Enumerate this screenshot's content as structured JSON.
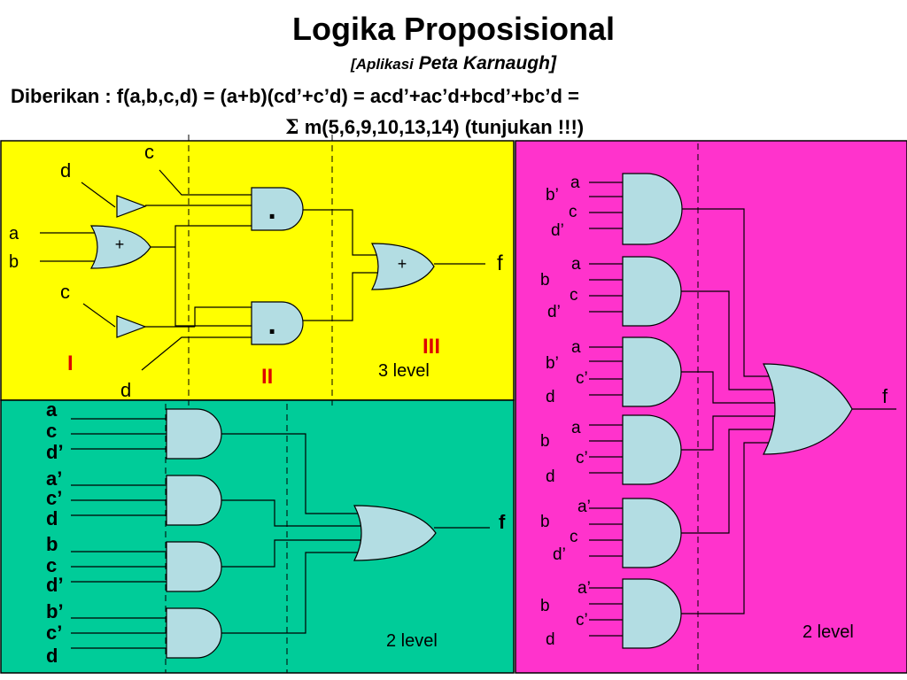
{
  "title": "Logika Proposisional",
  "subtitle_prefix": "[Aplikasi",
  "subtitle_main": "Peta Karnaugh]",
  "formula_line1": "Diberikan : f(a,b,c,d) = (a+b)(cd’+c’d) = acd’+ac’d+bcd’+bc’d =",
  "sigma": "Σ",
  "formula_line2": "m(5,6,9,10,13,14)  (tunjukan !!!)",
  "colors": {
    "yellow": "#ffff00",
    "green": "#00cc99",
    "magenta": "#ff33cc",
    "gate": "#b3dde3",
    "red": "#dd0000"
  },
  "panel_3level": {
    "inputs": {
      "d_top": "d",
      "c_top": "c",
      "a": "a",
      "b": "b",
      "c_bot": "c",
      "d_bot": "d"
    },
    "or_gate_label": "+",
    "and_gate_label": "·",
    "final_or_label": "+",
    "output": "f",
    "level_I": "I",
    "level_II": "II",
    "level_III": "III",
    "level_text": "3 level"
  },
  "panel_green": {
    "gate_inputs": [
      [
        "a",
        "c",
        "d’"
      ],
      [
        "a’",
        "c’",
        "d"
      ],
      [
        "b",
        "c",
        "d’"
      ],
      [
        "b’",
        "c’",
        "d"
      ]
    ],
    "output": "f",
    "level_text": "2 level"
  },
  "panel_magenta": {
    "gate_inputs": [
      [
        "a",
        "b’",
        "c",
        "d’"
      ],
      [
        "a",
        "b",
        "c",
        "d’"
      ],
      [
        "a",
        "b’",
        "c’",
        "d"
      ],
      [
        "a",
        "b",
        "c’",
        "d"
      ],
      [
        "a’",
        "b",
        "c",
        "d’"
      ],
      [
        "a’",
        "b",
        "c’",
        "d"
      ]
    ],
    "output": "f",
    "level_text": "2 level"
  }
}
